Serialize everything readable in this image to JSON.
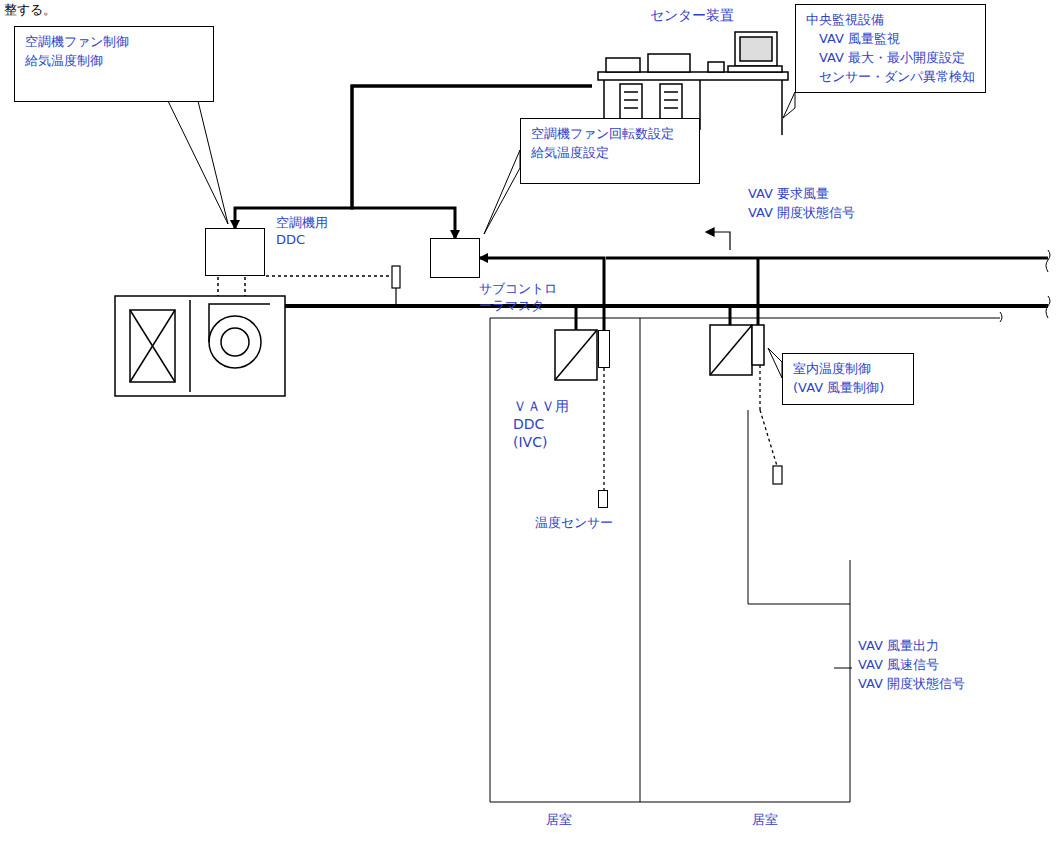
{
  "diagram": {
    "nodes": [
      {
        "text": [
          "センター装置"
        ]
      },
      {
        "text": [
          "中央監視設備",
          "VAV 風量監視",
          "VAV 最大・最小開度設定",
          "センサー・ダンパ異常検知"
        ]
      },
      {
        "text": [
          "空調機ファン制御",
          "給気温度制御"
        ]
      },
      {
        "text": [
          "空調機ファン回転数設定",
          "給気温度設定"
        ]
      },
      {
        "text": [
          "空調機用 DDC"
        ]
      },
      {
        "text": [
          "サブコントローラマスタ"
        ]
      },
      {
        "text": [
          "ＶＡＶ用 DDC (IVC)"
        ]
      },
      {
        "text": [
          "温度センサー"
        ]
      },
      {
        "text": [
          "室内温度制御 (VAV 風量制御)"
        ]
      }
    ],
    "edges": [
      {
        "from": 0,
        "to": 4,
        "arrow": "to"
      },
      {
        "from": 0,
        "to": 5,
        "arrow": "to"
      },
      {
        "from": 6,
        "to": 5,
        "arrow": "to"
      },
      {
        "from": 6,
        "to": 7,
        "arrow": "none"
      }
    ],
    "labels": [
      "整する。",
      "VAV 要求風量",
      "VAV 開度状態信号",
      "VAV 風量出力",
      "VAV 風速信号",
      "VAV 開度状態信号",
      "居室",
      "居室"
    ]
  }
}
